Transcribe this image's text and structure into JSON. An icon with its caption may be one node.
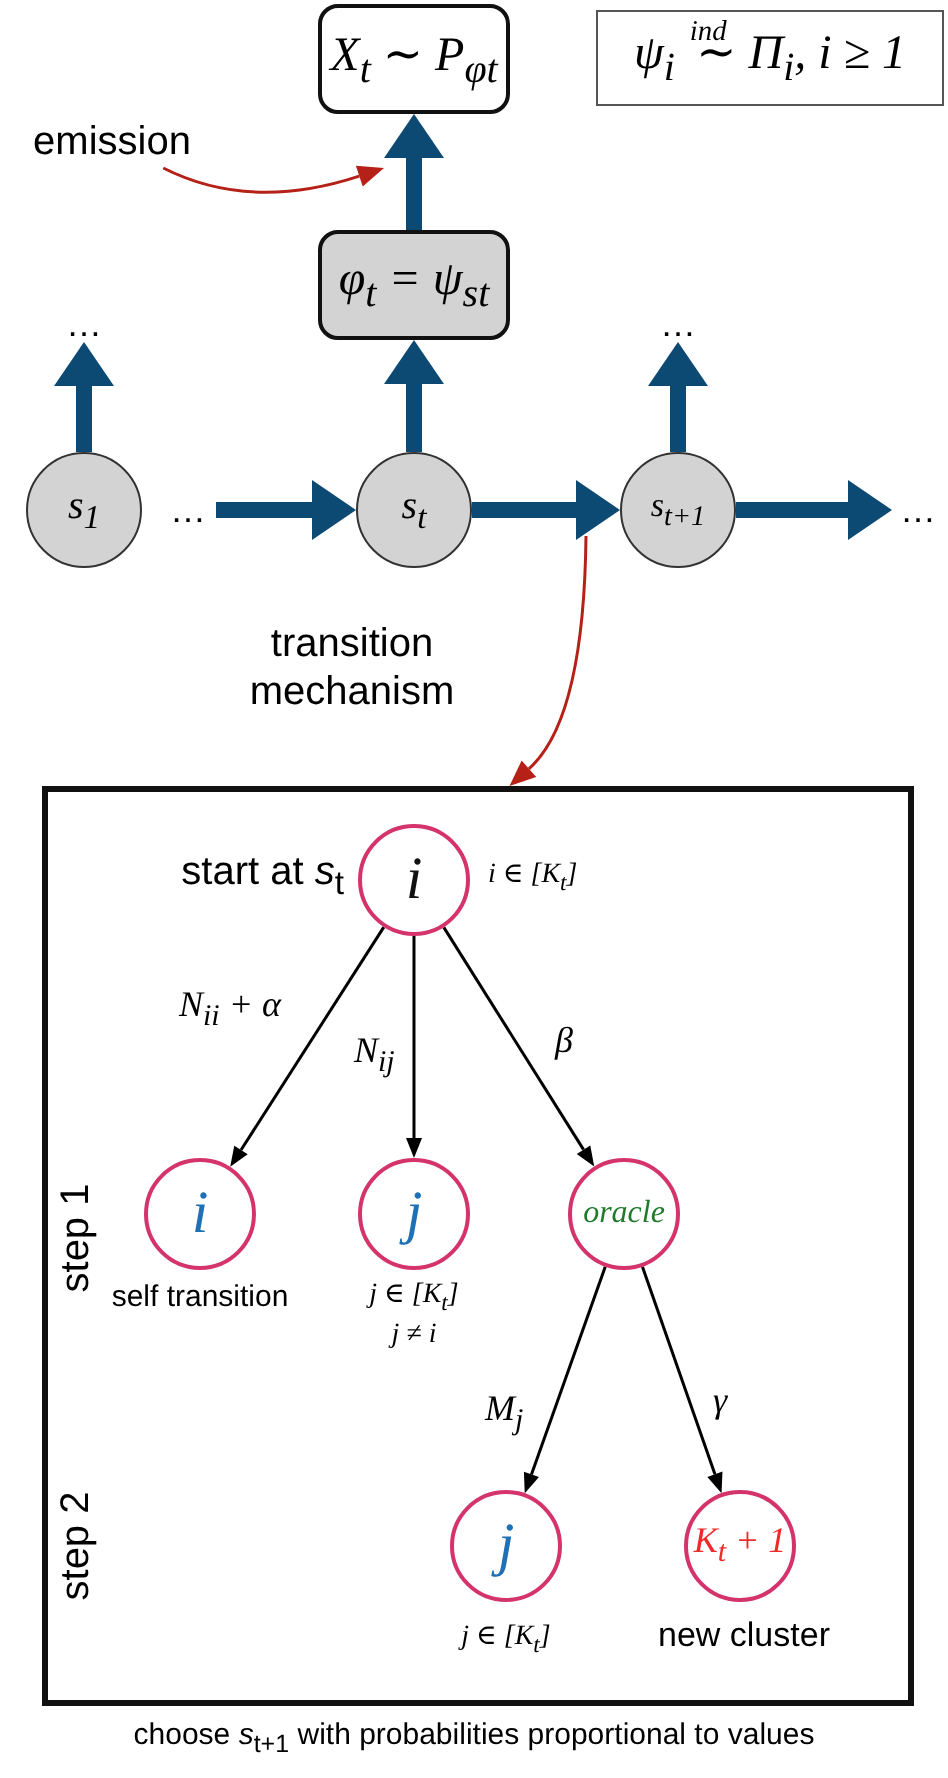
{
  "diagram": {
    "nodes": [
      {
        "text": [
          "X$_{t}$ ∼ P$_{φt}$"
        ]
      },
      {
        "text": [
          "φ$_{t}$ = ψ$_{st}$"
        ]
      },
      {
        "text": [
          "ψ$_{i}$ $^{ind}$∼ Π$_{i}$, i ≥ 1"
        ]
      },
      {
        "text": [
          "…"
        ]
      },
      {
        "text": [
          "s$_{1}$"
        ]
      },
      {
        "text": [
          "…"
        ]
      },
      {
        "text": [
          "s$_{t}$"
        ]
      },
      {
        "text": [
          "…"
        ]
      },
      {
        "text": [
          "s$_{t+1}$"
        ]
      },
      {
        "text": [
          "…"
        ]
      },
      {
        "text": [
          "emission"
        ]
      },
      {
        "text": [],
        "shape": "box",
        "beside": [
          "choose *s*$_{t+1}$ with probabilities proportional to values"
        ]
      },
      {
        "text": [
          "i"
        ],
        "in": 11,
        "beside": [
          "start at *s*$_{t}$",
          "i ∈ [K$_{t}$]"
        ]
      },
      {
        "text": [
          "i"
        ],
        "in": 11,
        "beside": [
          "self transition"
        ]
      },
      {
        "text": [
          "j"
        ],
        "in": 11,
        "beside": [
          "j ∈ [K$_{t}$]",
          "j ≠ i"
        ]
      },
      {
        "text": [
          "oracle"
        ],
        "in": 11
      },
      {
        "text": [
          "j"
        ],
        "in": 11,
        "beside": [
          "j ∈ [K$_{t}$]"
        ]
      },
      {
        "text": [
          "K$_{t}$ + 1"
        ],
        "in": 11,
        "beside": [
          "new cluster"
        ]
      }
    ],
    "edges": [
      {
        "from": 4,
        "to": 3,
        "arrow": "to",
        "style": "thick"
      },
      {
        "from": 6,
        "to": 1,
        "arrow": "to",
        "style": "thick"
      },
      {
        "from": 1,
        "to": 0,
        "arrow": "to",
        "style": "thick"
      },
      {
        "from": 8,
        "to": 7,
        "arrow": "to",
        "style": "thick"
      },
      {
        "from": 5,
        "to": 6,
        "arrow": "to",
        "style": "thick"
      },
      {
        "from": 6,
        "to": 8,
        "arrow": "to",
        "style": "thick"
      },
      {
        "from": 8,
        "to": 9,
        "arrow": "to",
        "style": "thick"
      },
      {
        "from": 10,
        "to": null,
        "arrow": "to",
        "color": "#b52017"
      },
      {
        "from": null,
        "to": 11,
        "arrow": "to",
        "color": "#b52017"
      },
      {
        "from": 12,
        "to": 13,
        "arrow": "to",
        "label": "N$_{ii}$ + α",
        "color": "#000000"
      },
      {
        "from": 12,
        "to": 14,
        "arrow": "to",
        "label": "N$_{ij}$",
        "color": "#000000"
      },
      {
        "from": 12,
        "to": 15,
        "arrow": "to",
        "label": "β",
        "color": "#000000"
      },
      {
        "from": 15,
        "to": 16,
        "arrow": "to",
        "label": "M$_{j}$",
        "color": "#000000"
      },
      {
        "from": 15,
        "to": 17,
        "arrow": "to",
        "label": "γ",
        "color": "#000000"
      }
    ],
    "labels": [
      "transition mechanism",
      "step 1",
      "step 2"
    ]
  }
}
